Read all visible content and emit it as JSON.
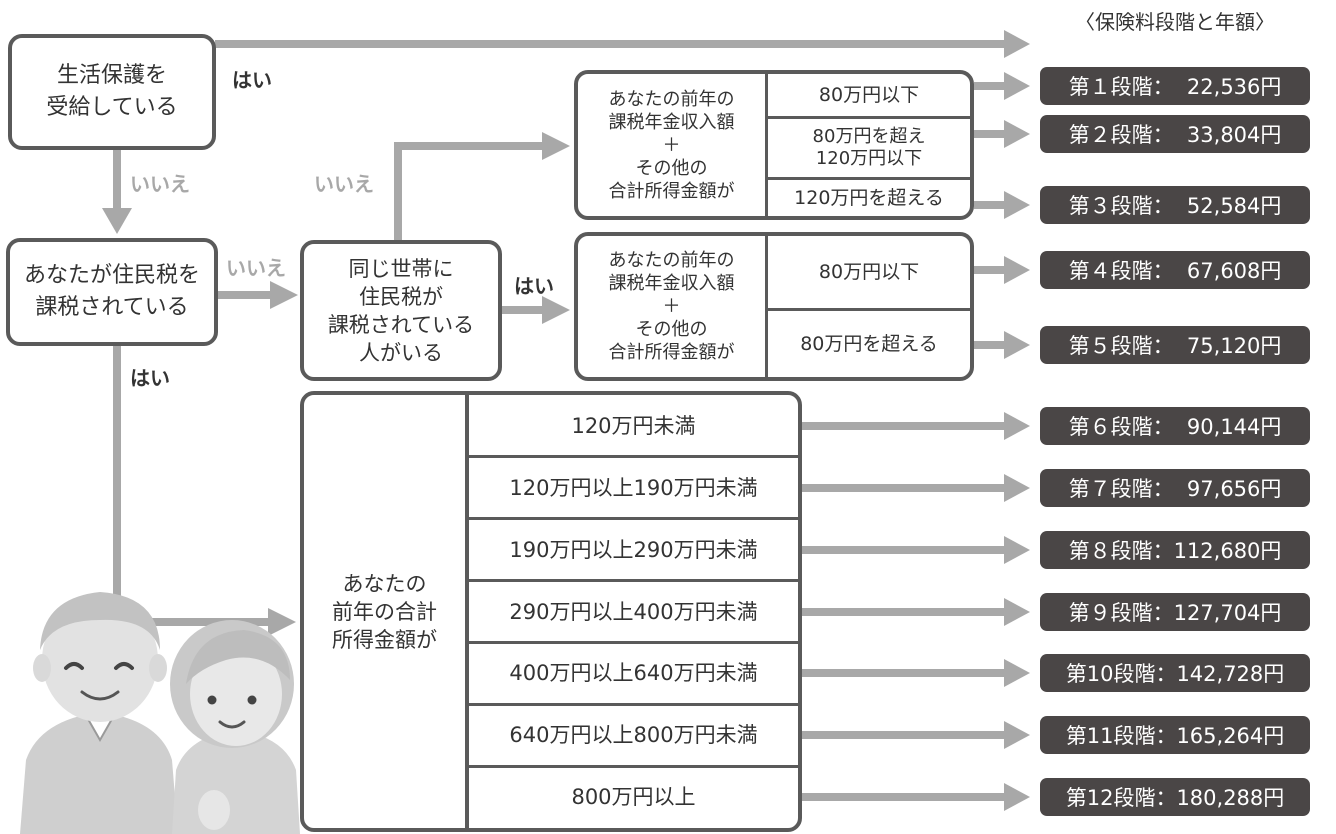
{
  "legend_title": "〈保険料段階と年額〉",
  "nodes": {
    "welfare": "生活保護を\n受給している",
    "resident_tax": "あなたが住民税を\n課税されている",
    "household": "同じ世帯に\n住民税が\n課税されている\n人がいる",
    "income_question_upper": "あなたの前年の\n課税年金収入額\n＋\nその他の\n合計所得金額が",
    "income_question_lower": "あなたの前年の\n課税年金収入額\n＋\nその他の\n合計所得金額が",
    "income_question_main": "あなたの\n前年の合計\n所得金額が"
  },
  "labels": {
    "yes": "はい",
    "no": "いいえ"
  },
  "conditions_upper": [
    "80万円以下",
    "80万円を超え\n120万円以下",
    "120万円を超える"
  ],
  "conditions_lower": [
    "80万円以下",
    "80万円を超える"
  ],
  "conditions_main": [
    "120万円未満",
    "120万円以上190万円未満",
    "190万円以上290万円未満",
    "290万円以上400万円未満",
    "400万円以上640万円未満",
    "640万円以上800万円未満",
    "800万円以上"
  ],
  "stages": [
    "第１段階：  22,536円",
    "第２段階：  33,804円",
    "第３段階：  52,584円",
    "第４段階：  67,608円",
    "第５段階：  75,120円",
    "第６段階：  90,144円",
    "第７段階：  97,656円",
    "第８段階：112,680円",
    "第９段階：127,704円",
    "第10段階：142,728円",
    "第11段階：165,264円",
    "第12段階：180,288円"
  ],
  "colors": {
    "box_border": "#5a5a5a",
    "arrow": "#a8a8a8",
    "pill": "#4a4646",
    "label_no": "#a8a8a8",
    "label_yes": "#333333"
  }
}
